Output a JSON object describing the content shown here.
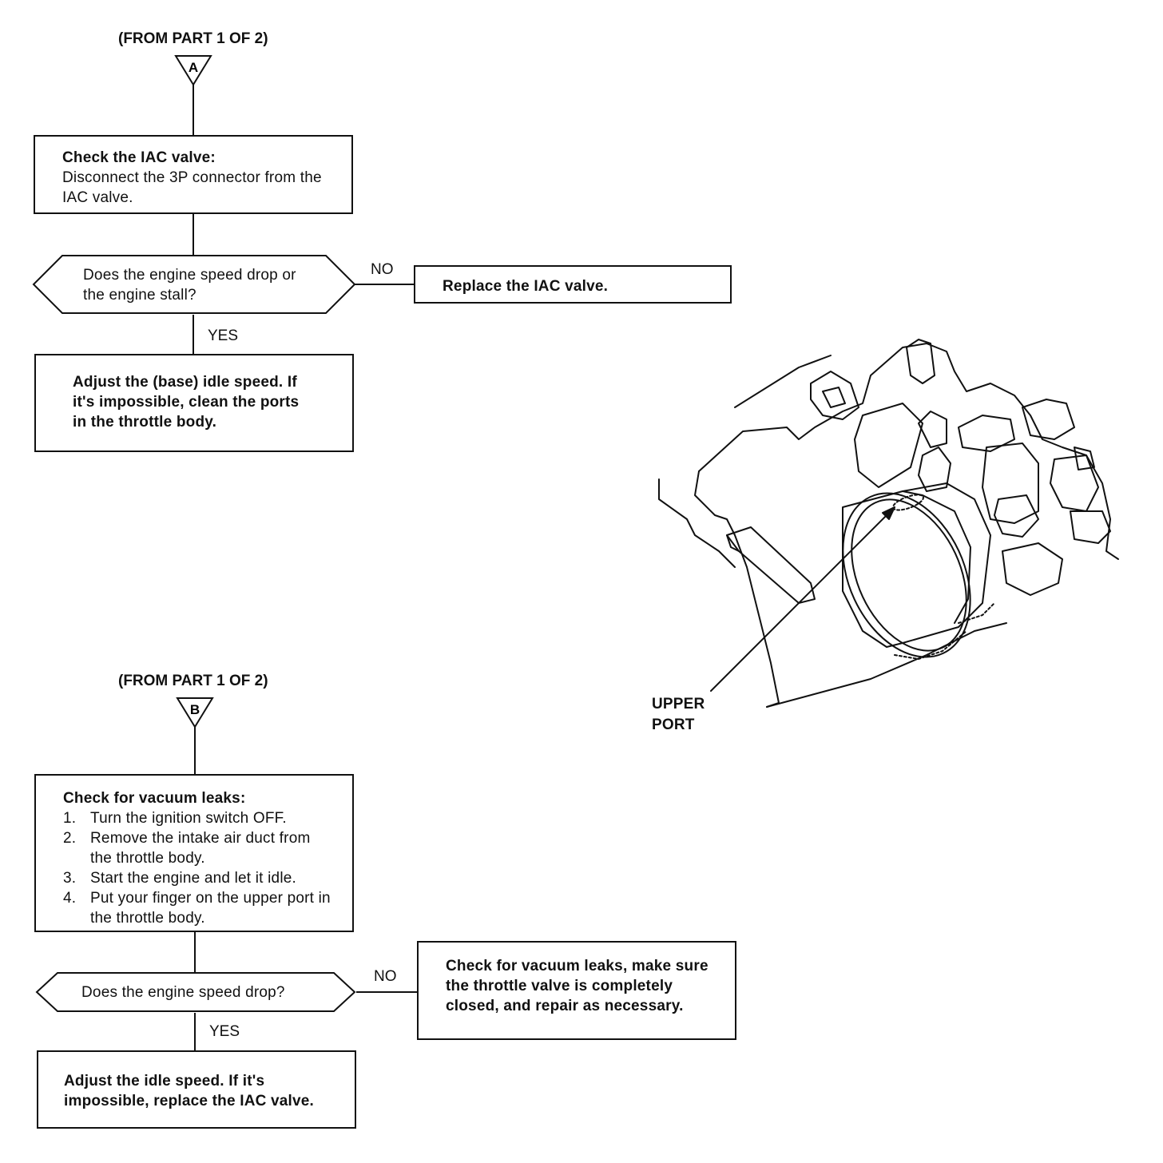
{
  "flow_a": {
    "from_label": "(FROM PART 1 OF 2)",
    "connector": "A",
    "step_title": "Check the IAC valve:",
    "step_text": "Disconnect the 3P connector from the IAC valve.",
    "decision": "Does the engine speed drop or the engine stall?",
    "no_label": "NO",
    "yes_label": "YES",
    "no_action": "Replace the IAC valve.",
    "yes_action": "Adjust the (base) idle speed. If it's impossible, clean the ports in the throttle body."
  },
  "flow_b": {
    "from_label": "(FROM PART 1 OF 2)",
    "connector": "B",
    "step_title": "Check for vacuum leaks:",
    "steps": [
      {
        "num": "1.",
        "text": "Turn the ignition switch OFF."
      },
      {
        "num": "2.",
        "text": "Remove the intake air duct from the throttle body."
      },
      {
        "num": "3.",
        "text": "Start the engine and let it idle."
      },
      {
        "num": "4.",
        "text": "Put your finger on the upper port in the throttle body."
      }
    ],
    "decision": "Does the engine speed drop?",
    "no_label": "NO",
    "yes_label": "YES",
    "no_action": "Check for vacuum leaks, make sure the throttle valve is completely closed, and repair as necessary.",
    "yes_action": "Adjust the idle speed. If it's impossible, replace the IAC valve."
  },
  "illustration": {
    "callout_line1": "UPPER",
    "callout_line2": "PORT"
  }
}
